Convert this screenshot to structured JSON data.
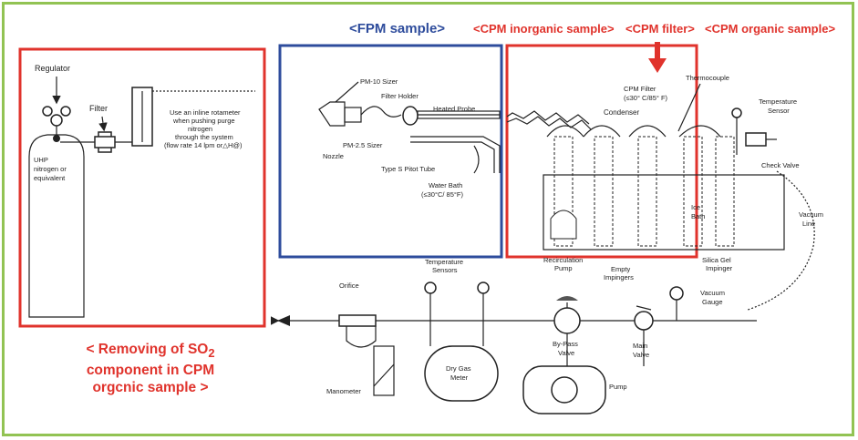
{
  "headers": {
    "fpm": "<FPM sample>",
    "cpm_inorganic": "<CPM inorganic sample>",
    "cpm_filter": "<CPM filter>",
    "cpm_organic": "<CPM organic sample>"
  },
  "note": {
    "line1_prefix": "< Removing of SO",
    "line1_sub": "2",
    "line2": "component in CPM",
    "line3": "orgcnic sample >"
  },
  "labels": {
    "regulator": "Regulator",
    "filter": "Filter",
    "uhp1": "UHP",
    "uhp2": "nitrogen or",
    "uhp3": "equivalent",
    "rota1": "Use an inline rotameter",
    "rota2": "when pushing purge",
    "rota3": "nitrogen",
    "rota4": "through the system",
    "rota5": "(flow rate 14 lpm or△H@)",
    "pm10": "PM-10 Sizer",
    "filter_holder": "Filter Holder",
    "heated_probe": "Heated Probe",
    "pm25": "PM-2.5 Sizer",
    "nozzle": "Nozzle",
    "pitot": "Type S Pitot Tube",
    "water_bath1": "Water Bath",
    "water_bath2": "(≤30°C/ 85°F)",
    "condenser": "Condenser",
    "cpm_filter1": "CPM Filter",
    "cpm_filter2": "(≤30° C/85° F)",
    "thermocouple": "Thermocouple",
    "temp_sensor1": "Temperature",
    "temp_sensor2": "Sensor",
    "check_valve": "Check Valve",
    "ice_bath1": "Ice",
    "ice_bath2": "Bath",
    "vacuum_line1": "Vacuum",
    "vacuum_line2": "Line",
    "recirc1": "Recirculation",
    "recirc2": "Pump",
    "empty1": "Empty",
    "empty2": "Impingers",
    "silica1": "Silica Gel",
    "silica2": "Impinger",
    "temp_sensors1": "Temperature",
    "temp_sensors2": "Sensors",
    "orifice": "Orifice",
    "vacuum_gauge1": "Vacuum",
    "vacuum_gauge2": "Gauge",
    "bypass1": "By-Pass",
    "bypass2": "Valve",
    "main_valve1": "Main",
    "main_valve2": "Valve",
    "dry_gas1": "Dry Gas",
    "dry_gas2": "Meter",
    "pump": "Pump",
    "manometer": "Manometer"
  },
  "colors": {
    "frame": "#92c353",
    "fpm_box": "#2e4c9c",
    "cpm_box": "#e0332c",
    "red_text": "#e0332c",
    "blue_text": "#2e4c9c"
  }
}
